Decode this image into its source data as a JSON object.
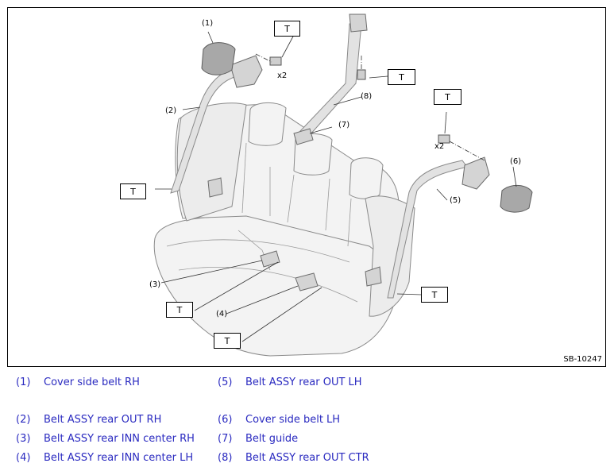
{
  "figure": {
    "id": "SB-10247",
    "callouts": [
      "(1)",
      "(2)",
      "(3)",
      "(4)",
      "(5)",
      "(6)",
      "(7)",
      "(8)"
    ],
    "torque_label": "T",
    "bolt_qty": "x2"
  },
  "legend": {
    "left": [
      {
        "num": "(1)",
        "name": "Cover side belt RH"
      },
      {
        "num": "(2)",
        "name": "Belt ASSY rear OUT RH"
      },
      {
        "num": "(3)",
        "name": "Belt ASSY rear INN center RH"
      },
      {
        "num": "(4)",
        "name": "Belt ASSY rear INN center LH"
      }
    ],
    "right": [
      {
        "num": "(5)",
        "name": "Belt ASSY rear OUT LH"
      },
      {
        "num": "(6)",
        "name": "Cover side belt LH"
      },
      {
        "num": "(7)",
        "name": "Belt guide"
      },
      {
        "num": "(8)",
        "name": "Belt ASSY rear OUT CTR"
      }
    ]
  }
}
